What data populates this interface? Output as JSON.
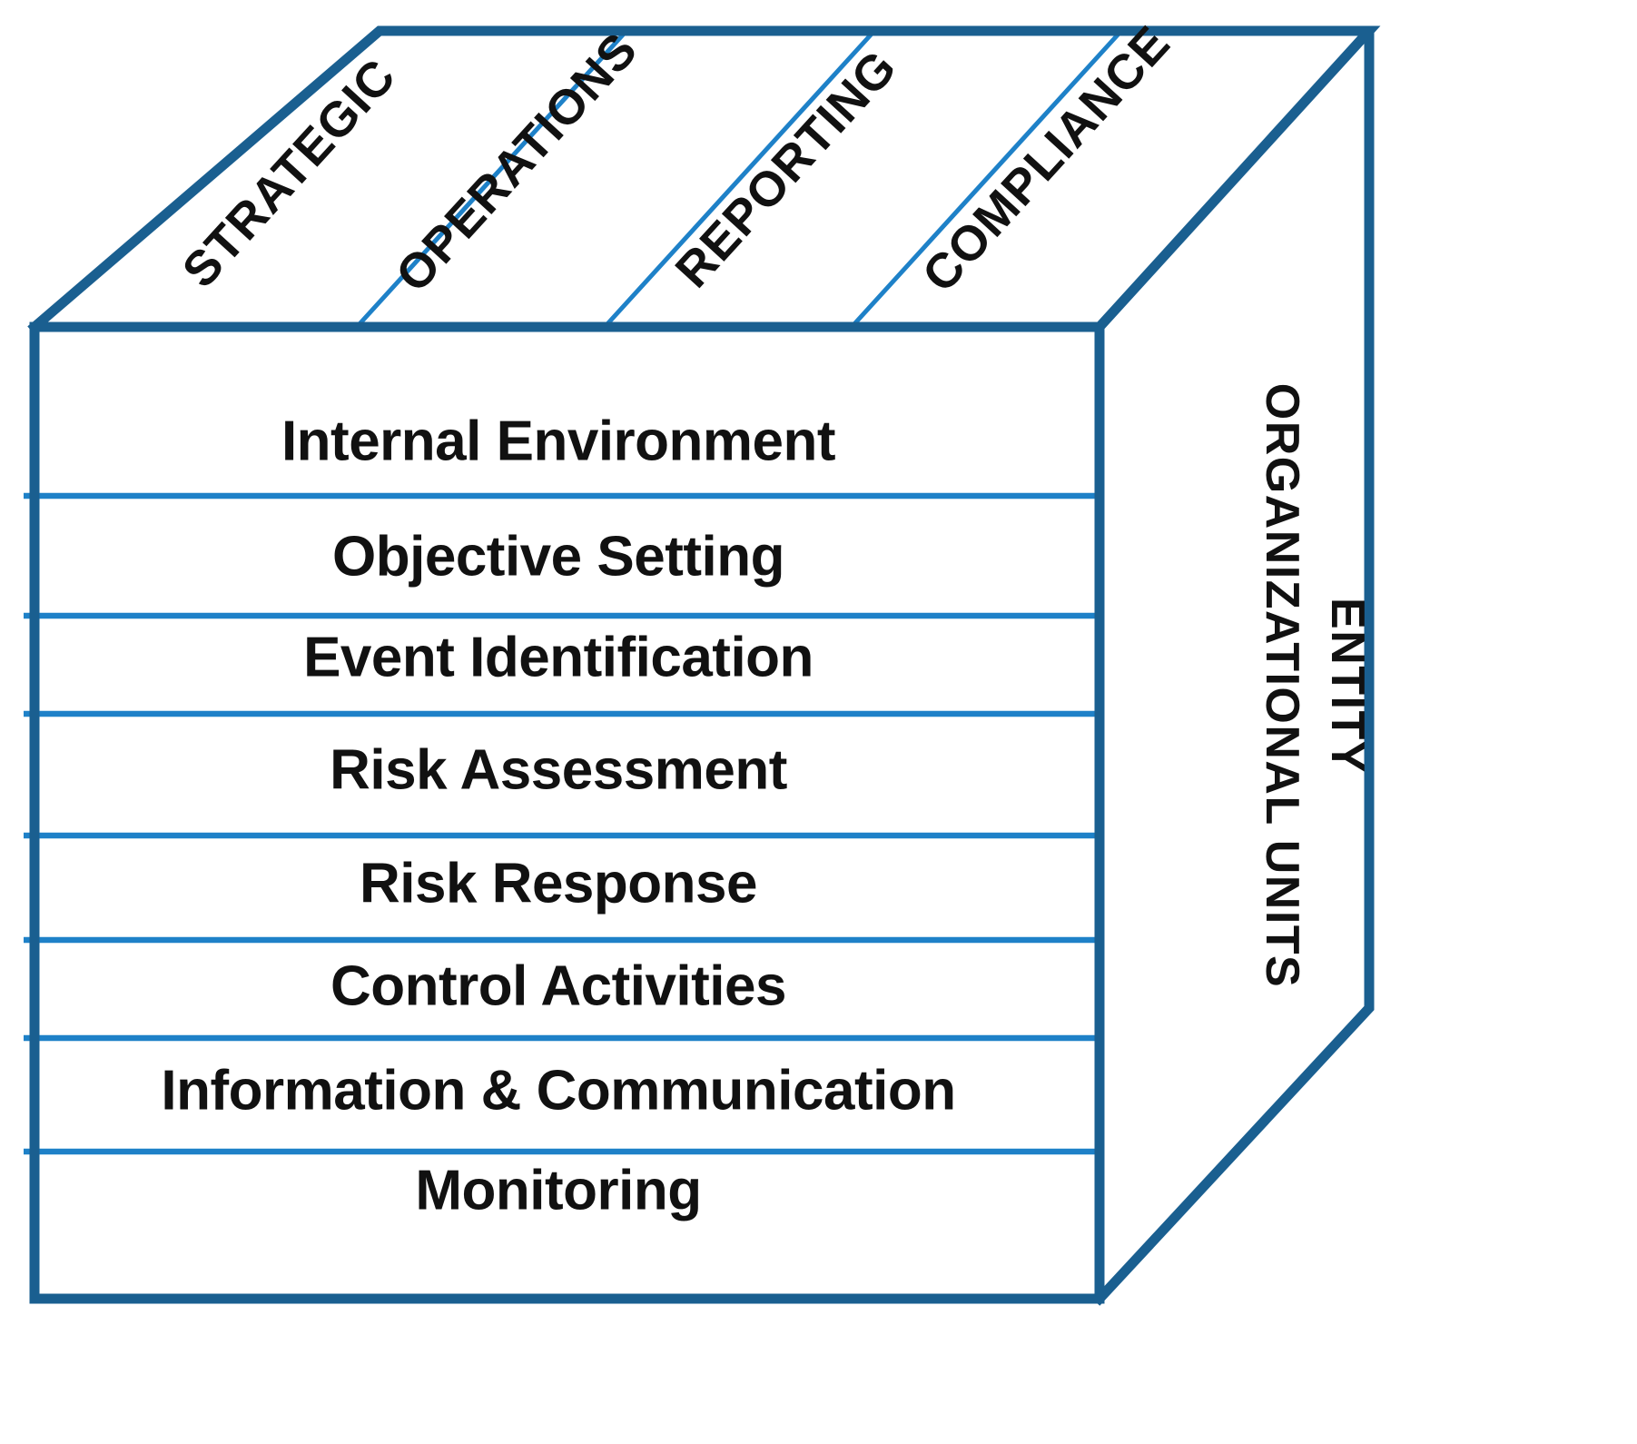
{
  "diagram": {
    "title": "COSO Enterprise Risk Management Cube",
    "type": "isometric-cube-matrix"
  },
  "colors": {
    "edge_major": "#1a5f90",
    "edge_minor": "#1e81c8",
    "face": "#ffffff",
    "text": "#111111"
  },
  "top_face": {
    "axis_name": "objectives",
    "columns": [
      {
        "label": "STRATEGIC"
      },
      {
        "label": "OPERATIONS"
      },
      {
        "label": "REPORTING"
      },
      {
        "label": "COMPLIANCE"
      }
    ]
  },
  "front_face": {
    "axis_name": "components",
    "rows": [
      {
        "label": "Internal Environment"
      },
      {
        "label": "Objective Setting"
      },
      {
        "label": "Event Identification"
      },
      {
        "label": "Risk Assessment"
      },
      {
        "label": "Risk Response"
      },
      {
        "label": "Control Activities"
      },
      {
        "label": "Information & Communication"
      },
      {
        "label": "Monitoring"
      }
    ]
  },
  "right_face": {
    "axis_name": "organizational-units",
    "labels": [
      {
        "label": "ORGANIZATIONAL  UNITS"
      },
      {
        "label": "ENTITY"
      }
    ]
  }
}
